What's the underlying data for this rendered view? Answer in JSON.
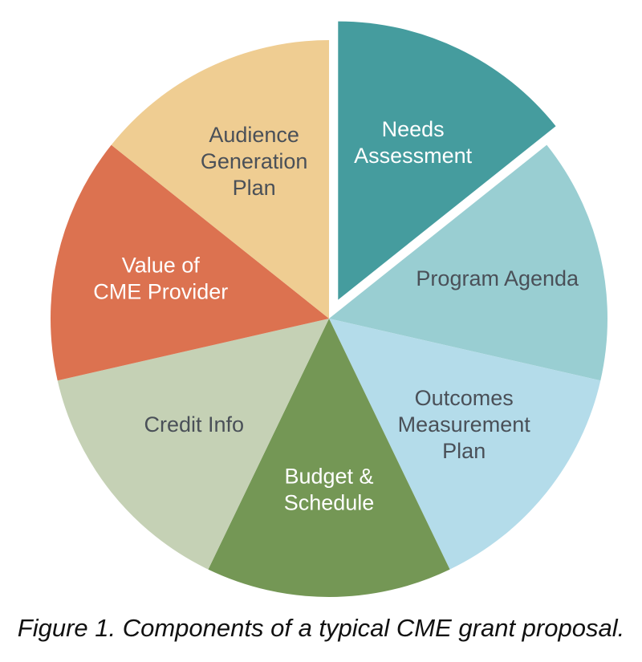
{
  "chart_data": {
    "type": "pie",
    "categories": [
      "Needs Assessment",
      "Program Agenda",
      "Outcomes Measurement Plan",
      "Budget & Schedule",
      "Credit Info",
      "Value of CME Provider",
      "Audience Generation Plan"
    ],
    "values": [
      1,
      1,
      1,
      1,
      1,
      1,
      1
    ],
    "exploded": "Needs Assessment",
    "legend": "none",
    "slices": [
      {
        "label": "Needs Assessment",
        "lines": [
          "Needs",
          "Assessment"
        ],
        "value": 1,
        "color": "#459c9e",
        "text_color": "#ffffff"
      },
      {
        "label": "Program Agenda",
        "lines": [
          "Program Agenda"
        ],
        "value": 1,
        "color": "#99ced2",
        "text_color": "#4a5058"
      },
      {
        "label": "Outcomes Measurement Plan",
        "lines": [
          "Outcomes",
          "Measurement",
          "Plan"
        ],
        "value": 1,
        "color": "#b4dcea",
        "text_color": "#4a5058"
      },
      {
        "label": "Budget & Schedule",
        "lines": [
          "Budget &",
          "Schedule"
        ],
        "value": 1,
        "color": "#749755",
        "text_color": "#ffffff"
      },
      {
        "label": "Credit Info",
        "lines": [
          "Credit Info"
        ],
        "value": 1,
        "color": "#c5d1b5",
        "text_color": "#4a5058"
      },
      {
        "label": "Value of CME Provider",
        "lines": [
          "Value of",
          "CME Provider"
        ],
        "value": 1,
        "color": "#dc7250",
        "text_color": "#ffffff"
      },
      {
        "label": "Audience Generation Plan",
        "lines": [
          "Audience",
          "Generation",
          "Plan"
        ],
        "value": 1,
        "color": "#efcd92",
        "text_color": "#4a5058"
      }
    ]
  },
  "caption": "Figure 1. Components of a typical CME grant proposal."
}
